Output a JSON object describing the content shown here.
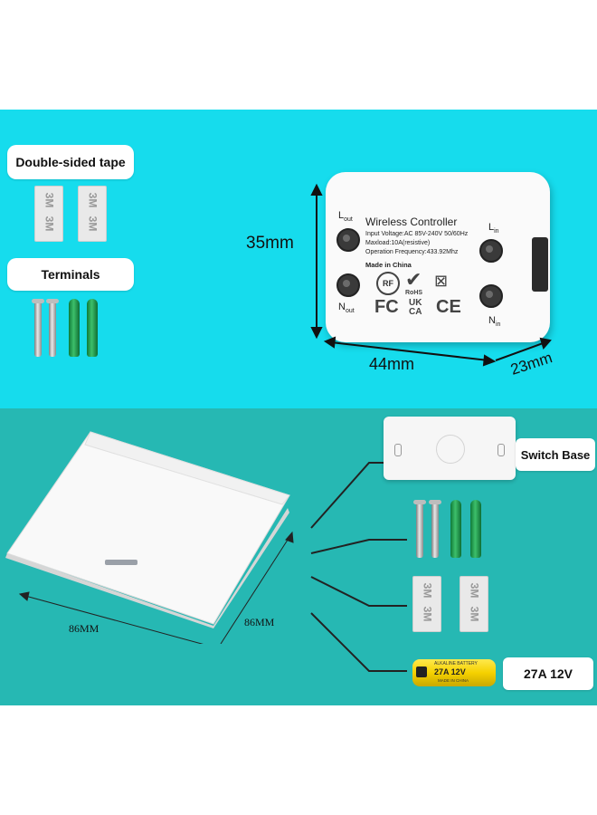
{
  "labels": {
    "double_sided_tape": "Double-sided tape",
    "terminals": "Terminals",
    "switch_base": "Switch Base",
    "battery": "27A 12V"
  },
  "controller": {
    "title": "Wireless Controller",
    "input_voltage": "Input Voltage:AC 85V-240V 50/60Hz",
    "maxload": "Maxload:10A(resistive)",
    "frequency": "Operation Frequency:433.92Mhz",
    "made_in": "Made in China",
    "terminal_l_out": "L",
    "terminal_l_out_sub": "out",
    "terminal_l_in": "L",
    "terminal_l_in_sub": "in",
    "terminal_n_out": "N",
    "terminal_n_out_sub": "out",
    "terminal_n_in": "N",
    "terminal_n_in_sub": "in",
    "marks": {
      "rf": "RF",
      "rohs": "RoHS",
      "fc": "FC",
      "ukca": "UK CA",
      "ce": "CE"
    }
  },
  "dimensions": {
    "height": "35mm",
    "width": "44mm",
    "depth": "23mm",
    "switch_width": "86MM",
    "switch_depth": "86MM"
  },
  "tape_print": "3M",
  "battery_print": {
    "brand_line": "ALKALINE BATTERY",
    "model": "27A 12V",
    "origin": "MADE IN CHINA"
  },
  "colors": {
    "top_background": "#16dced",
    "bottom_background": "#26b8b3",
    "anchor_green": "#2aa85a",
    "battery_yellow": "#f5d100"
  }
}
